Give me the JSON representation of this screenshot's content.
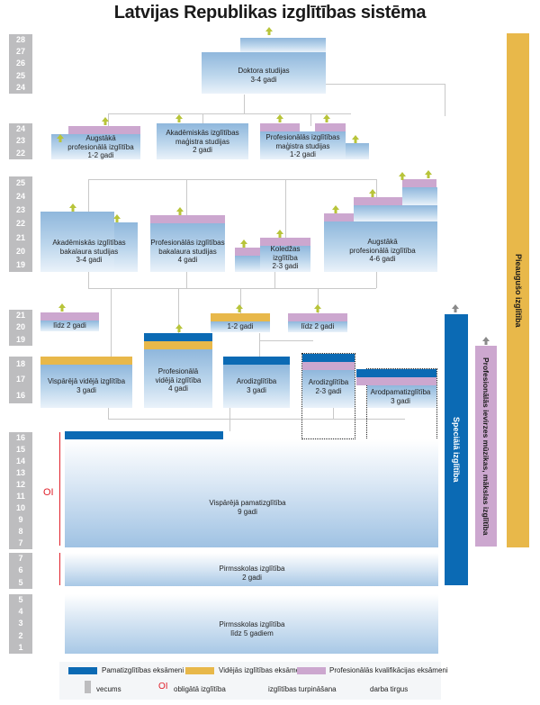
{
  "title": "Latvijas Republikas izglītības sistēma",
  "ages": {
    "doctoral": [
      "28",
      "27",
      "26",
      "25",
      "24"
    ],
    "master": [
      "24",
      "23",
      "22"
    ],
    "bachelor": [
      "25",
      "24",
      "23",
      "22",
      "21",
      "20",
      "19"
    ],
    "secondary_upper": [
      "21",
      "20",
      "19"
    ],
    "secondary_lower": [
      "18",
      "17",
      "16"
    ],
    "basic": [
      "16",
      "15",
      "14",
      "13",
      "12",
      "11",
      "10",
      "9",
      "8",
      "7"
    ],
    "preschool2": [
      "7",
      "6",
      "5"
    ],
    "preschool1": [
      "5",
      "4",
      "3",
      "2",
      "1"
    ]
  },
  "stages": {
    "doctoral": {
      "l1": "Doktora studijas",
      "l2": "3-4 gadi"
    },
    "prof_higher_short": {
      "l1": "Augstākā",
      "l2": "profesionālā izglītība",
      "l3": "1-2 gadi"
    },
    "acad_master": {
      "l1": "Akadēmiskās izglītības",
      "l2": "maģistra studijas",
      "l3": "2 gadi"
    },
    "prof_master": {
      "l1": "Profesionālās izglītības",
      "l2": "maģistra studijas",
      "l3": "1-2 gadi"
    },
    "acad_bachelor": {
      "l1": "Akadēmiskās izglītības",
      "l2": "bakalaura studijas",
      "l3": "3-4 gadi"
    },
    "prof_bachelor": {
      "l1": "Profesionālās izglītības",
      "l2": "bakalaura studijas",
      "l3": "4 gadi"
    },
    "college": {
      "l1": "Koledžas",
      "l2": "izglītība",
      "l3": "2-3 gadi"
    },
    "prof_higher_long": {
      "l1": "Augstākā",
      "l2": "profesionālā izglītība",
      "l3": "4-6 gadi"
    },
    "upto2_a": "līdz 2 gadi",
    "one_two": "1-2 gadi",
    "upto2_b": "līdz 2 gadi",
    "general_secondary": {
      "l1": "Vispārējā vidējā izglītība",
      "l2": "3 gadi"
    },
    "prof_secondary": {
      "l1": "Profesionālā",
      "l2": "vidējā izglītība",
      "l3": "4 gadi"
    },
    "vocational": {
      "l1": "Arodizglītība",
      "l2": "3 gadi"
    },
    "vocational_short": {
      "l1": "Arodizglītība",
      "l2": "2-3 gadi"
    },
    "pre_vocational": {
      "l1": "Arodpamatizglītība",
      "l2": "3 gadi"
    },
    "basic": {
      "l1": "Vispārējā pamatizglītība",
      "l2": "9 gadi"
    },
    "preschool2": {
      "l1": "Pirmsskolas izglītība",
      "l2": "2 gadi"
    },
    "preschool1": {
      "l1": "Pirmsskolas izglītība",
      "l2": "līdz 5 gadiem"
    }
  },
  "side": {
    "special": "Speciālā izglītība",
    "music": "Profesionālās ievirzes mūzikas, mākslas izglītība",
    "adult": "Pieaugušo izglītība"
  },
  "oi_mark": "OI",
  "legend": {
    "basic_exam": "Pamatizglītības eksāmeni",
    "secondary_exam": "Vidējās izglītības eksāmeni",
    "prof_exam": "Profesionālās kvalifikācijas eksāmeni",
    "age": "vecums",
    "oi": "OI",
    "oi_text": "obligātā izglītība",
    "continue": "izglītības turpināšana",
    "labour": "darba tirgus"
  },
  "colors": {
    "basic_exam": "#0b6ab4",
    "secondary_exam": "#e8b84a",
    "prof_exam": "#cca7cf",
    "adult": "#e8b84a",
    "special": "#0b6ab4",
    "arrow_green": "#b8c43a",
    "arrow_gray": "#8a8a8a",
    "oi": "#e0202a"
  }
}
